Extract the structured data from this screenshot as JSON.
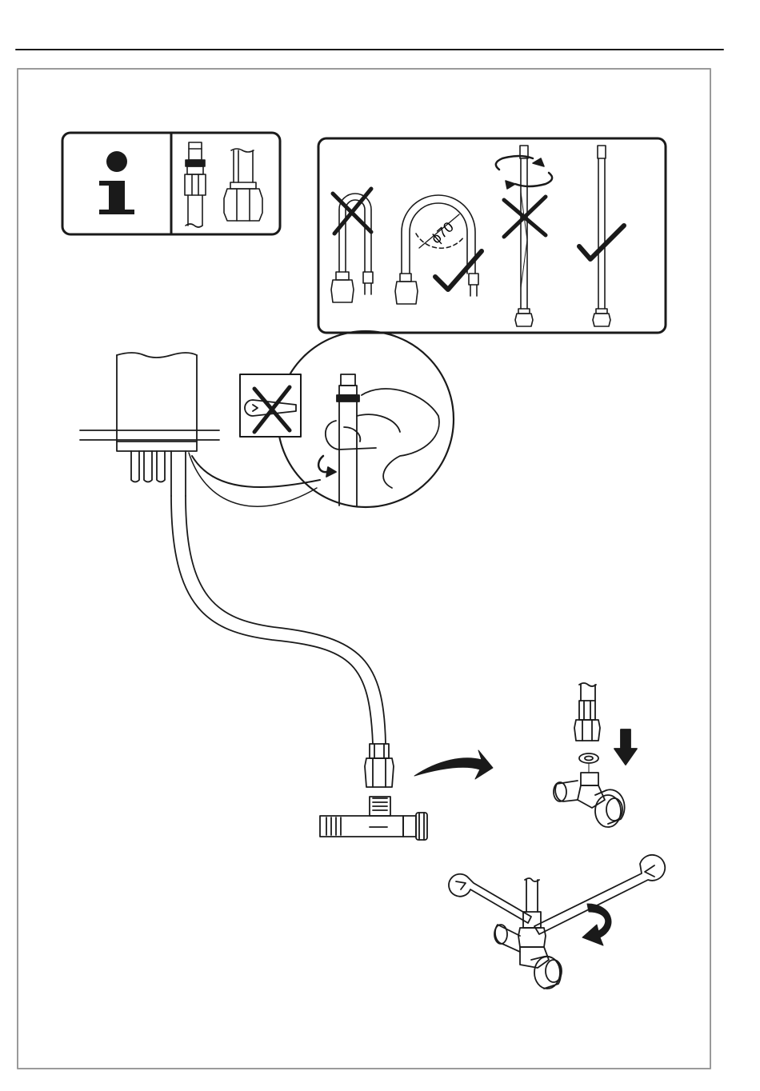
{
  "page": {
    "frame_color": "#9a9a9a",
    "ink_color": "#1a1a1a"
  },
  "info_panel": {
    "icon": "info-icon",
    "glyph": "i",
    "parts": [
      "hose-connector-male-icon",
      "hose-connector-female-nut-icon"
    ]
  },
  "bend_panel": {
    "dimension_label": "ϕ70",
    "cases": [
      {
        "icon": "hose-tight-bend-icon",
        "verdict": "wrong"
      },
      {
        "icon": "hose-wide-bend-icon",
        "verdict": "correct"
      },
      {
        "icon": "hose-twisted-icon",
        "verdict": "wrong"
      },
      {
        "icon": "hose-straight-icon",
        "verdict": "correct"
      }
    ]
  },
  "steps": {
    "hand_tighten": {
      "icon": "hand-tighten-icon",
      "wrench_forbidden": "wrench-crossed-icon"
    },
    "angle_valve": {
      "icon": "angle-valve-icon"
    },
    "insert_seal": {
      "icon": "seal-insert-icon"
    },
    "tighten_wrenches": {
      "icon": "two-wrenches-tighten-icon"
    }
  }
}
